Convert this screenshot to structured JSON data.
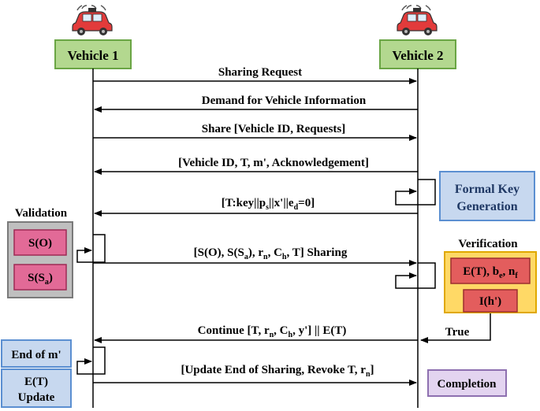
{
  "participants": {
    "left": "Vehicle 1",
    "right": "Vehicle 2"
  },
  "messages": [
    {
      "text": "Sharing Request",
      "direction": "right"
    },
    {
      "text": "Demand for Vehicle Information",
      "direction": "left"
    },
    {
      "text": "Share [Vehicle ID, Requests]",
      "direction": "right"
    },
    {
      "text": "[Vehicle ID, T, m', Acknowledgement]",
      "direction": "left"
    },
    {
      "text": "[T:key||ps||x'||ed=0]",
      "direction": "left"
    },
    {
      "text": "[S(O), S(Sa), rn, Ch, T] Sharing",
      "direction": "right"
    },
    {
      "text": "Continue [T, rn, Ch, y'] || E(T)",
      "direction": "left"
    },
    {
      "text": "[Update End of Sharing, Revoke T, rn]",
      "direction": "right"
    }
  ],
  "side_notes": {
    "formal_key": "Formal Key Generation",
    "validation_title": "Validation",
    "validation_items": [
      "S(O)",
      "S(Sa)"
    ],
    "verification_title": "Verification",
    "verification_items": [
      "E(T), be, nf",
      "I(h')"
    ],
    "true_label": "True",
    "end_of_m": "End of m'",
    "et_update": "E(T) Update",
    "completion": "Completion"
  },
  "colors": {
    "participant_fill": "#b3d88f",
    "participant_border": "#6aa544",
    "blue_fill": "#c7d8ef",
    "blue_border": "#5b8fd1",
    "pink_fill": "#e26a97",
    "pink_border": "#9e2a55",
    "grey_fill": "#bfbfbf",
    "grey_border": "#7a7a7a",
    "yellow_fill": "#ffd966",
    "yellow_border": "#e0a800",
    "red_fill": "#e35d5d",
    "red_border": "#9c2f2f",
    "purple_fill": "#e3d4f0",
    "purple_border": "#8e70b0",
    "car_red": "#e23b3b"
  }
}
